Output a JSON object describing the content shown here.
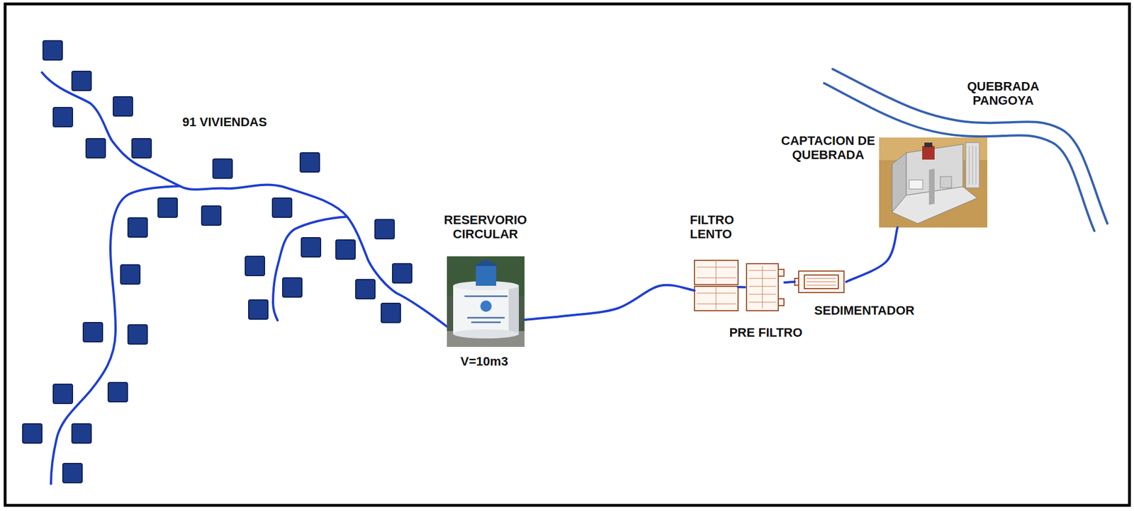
{
  "diagram": {
    "nodes": [
      {
        "text": [
          "RESERVORIO CIRCULAR",
          "V=10m3"
        ]
      },
      {
        "text": [
          "FILTRO LENTO"
        ]
      },
      {
        "text": [
          "PRE FILTRO"
        ]
      },
      {
        "text": [
          "SEDIMENTADOR"
        ]
      },
      {
        "text": [
          "CAPTACION DE QUEBRADA"
        ]
      }
    ],
    "edges": [
      {
        "from": 4,
        "to": 3,
        "arrow": "none"
      },
      {
        "from": 3,
        "to": 2,
        "arrow": "none"
      },
      {
        "from": 2,
        "to": 1,
        "arrow": "none"
      },
      {
        "from": 1,
        "to": 0,
        "arrow": "none"
      }
    ],
    "labels": [
      "91 VIVIENDAS",
      "QUEBRADA PANGOYA"
    ]
  }
}
